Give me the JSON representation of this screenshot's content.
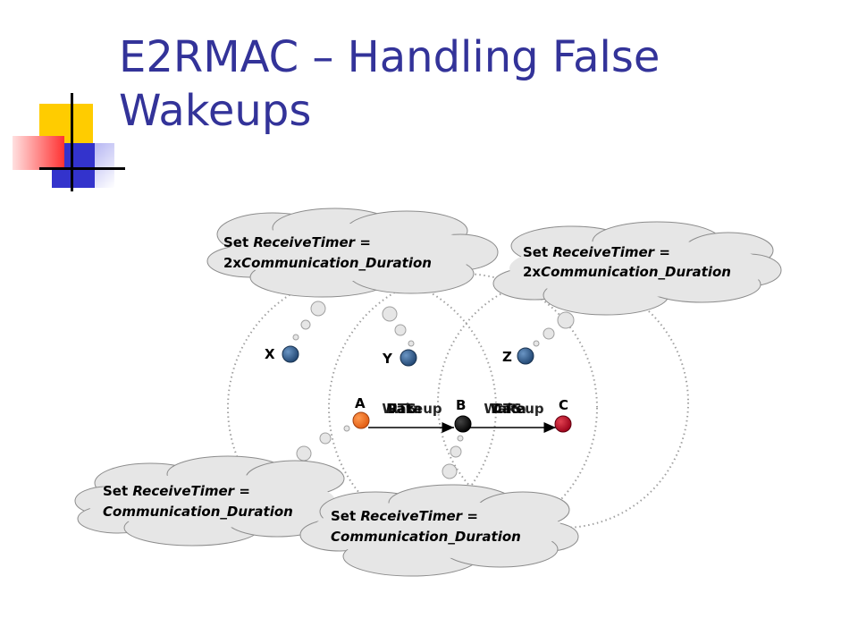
{
  "slide": {
    "title_line1": "E2RMAC – Handling False",
    "title_line2": "Wakeups"
  },
  "colors": {
    "title": "#333399",
    "accent_yellow": "#FFCC00",
    "accent_blue": "#3333CC",
    "accent_red": "#FF3333",
    "node_blue": "#2E5C8A",
    "node_orange": "#F07020",
    "node_black": "#000000",
    "node_red": "#C00020",
    "cloud_fill": "#E6E6E6",
    "range_circle": "#A0A0A0"
  },
  "nodes": {
    "x": "X",
    "y": "Y",
    "z": "Z",
    "a": "A",
    "b": "B",
    "c": "C"
  },
  "arrows": {
    "ab_overlay_texts": [
      "Wakeup",
      "RTS",
      "Data"
    ],
    "bc_overlay_texts": [
      "Wakeup",
      "CTS",
      "Data"
    ]
  },
  "clouds": {
    "top_left": {
      "line1_prefix": "Set ",
      "line1_italic": "ReceiveTimer",
      "line1_suffix": " =",
      "line2_prefix": "2x",
      "line2_italic": "Communication_Duration"
    },
    "top_right": {
      "line1_prefix": "Set ",
      "line1_italic": "ReceiveTimer",
      "line1_suffix": " =",
      "line2_prefix": "2x",
      "line2_italic": "Communication_Duration"
    },
    "bottom_left": {
      "line1_prefix": "Set ",
      "line1_italic": "ReceiveTimer",
      "line1_suffix": " =",
      "line2_italic": "Communication_Duration"
    },
    "bottom_center": {
      "line1_prefix": "Set ",
      "line1_italic": "ReceiveTimer",
      "line1_suffix": " =",
      "line2_italic": "Communication_Duration"
    }
  }
}
